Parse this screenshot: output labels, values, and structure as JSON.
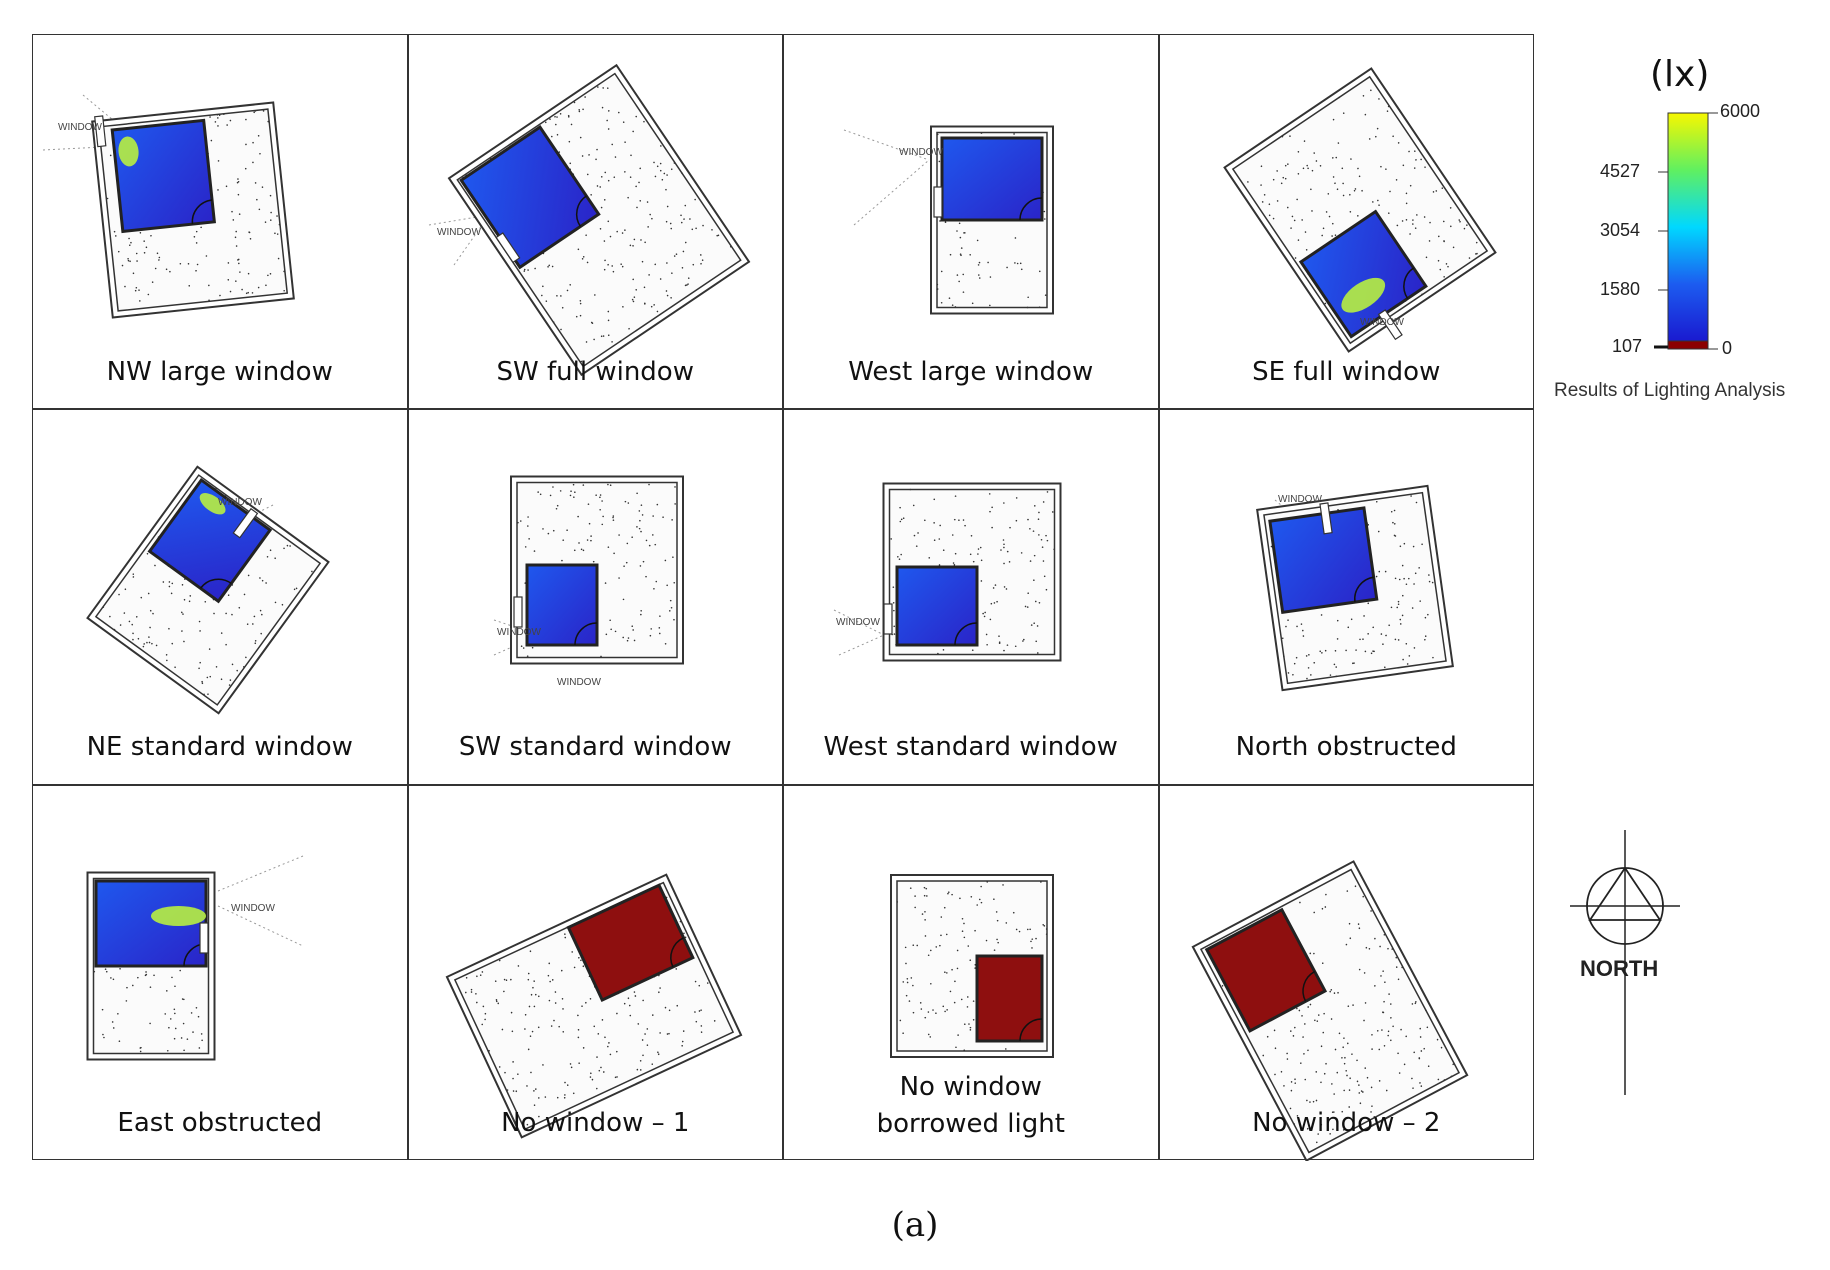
{
  "panels": [
    {
      "label": "NW large window",
      "lines": [],
      "window_text": "WINDOW"
    },
    {
      "label": "SW full window",
      "lines": [],
      "window_text": "WINDOW"
    },
    {
      "label": "West large window",
      "lines": [],
      "window_text": "WINDOW"
    },
    {
      "label": "SE full window",
      "lines": [],
      "window_text": "WINDOW"
    },
    {
      "label": "NE standard window",
      "lines": [],
      "window_text": "WINDOW"
    },
    {
      "label": "SW standard window",
      "lines": [],
      "window_text": "WINDOW",
      "window_text_2": "WINDOW"
    },
    {
      "label": "West standard window",
      "lines": [],
      "window_text": "WINDOW"
    },
    {
      "label": "North obstructed",
      "lines": [],
      "window_text": "WINDOW"
    },
    {
      "label": "East obstructed",
      "lines": [],
      "window_text": "WINDOW"
    },
    {
      "label": "No window – 1",
      "lines": []
    },
    {
      "label": "",
      "lines": [
        "No window",
        "borrowed light"
      ]
    },
    {
      "label": "No window – 2",
      "lines": []
    }
  ],
  "legend": {
    "unit": "(lx)",
    "max_label": "6000",
    "min_label": "0",
    "ticks": [
      "4527",
      "3054",
      "1580",
      "107"
    ],
    "caption": "Results of Lighting Analysis",
    "colors": {
      "low": "#8b0000",
      "blue": "#1a2fd8",
      "cyan": "#00e5ff",
      "yellow": "#f5f500"
    }
  },
  "compass": {
    "label": "NORTH"
  },
  "subfigure_label": "(a)",
  "colors": {
    "lit_blue": "#2233dd",
    "no_light_red": "#8e0f0f"
  }
}
